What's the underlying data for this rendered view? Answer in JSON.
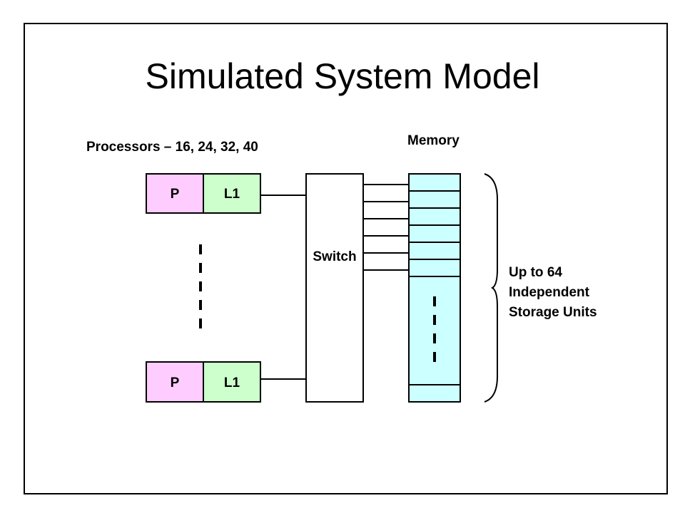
{
  "title": "Simulated System Model",
  "processors_label": "Processors – 16, 24, 32, 40",
  "memory_label": "Memory",
  "switch_label": "Switch",
  "processor_nodes": [
    {
      "p_label": "P",
      "cache_label": "L1"
    },
    {
      "p_label": "P",
      "cache_label": "L1"
    }
  ],
  "storage_note": [
    "Up to 64",
    "Independent",
    "Storage Units"
  ],
  "colors": {
    "processor": "#ffccff",
    "cache": "#ccffcc",
    "memory": "#ccffff",
    "border": "#000000"
  }
}
